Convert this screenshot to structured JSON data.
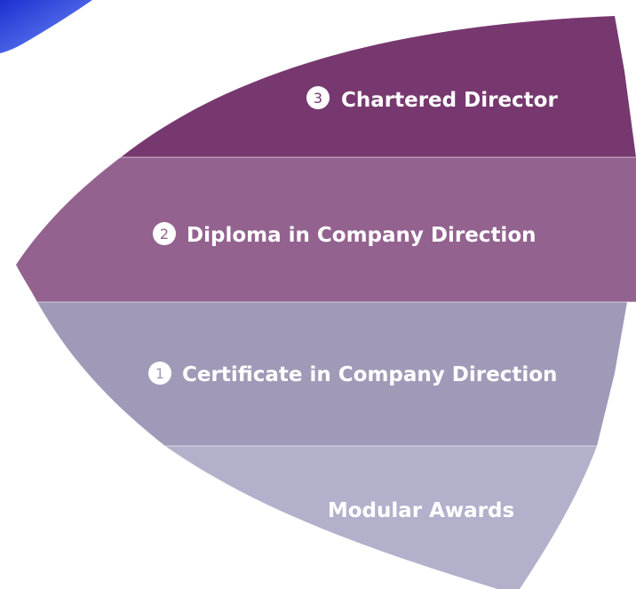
{
  "colors": {
    "tier_3": "#77386f",
    "tier_2": "#93628f",
    "tier_1": "#a09ab8",
    "tier_0": "#b3b0cc",
    "corner_accent": "#2f48d8"
  },
  "tiers": [
    {
      "number": "3",
      "label": "Chartered Director"
    },
    {
      "number": "2",
      "label": "Diploma in Company Direction"
    },
    {
      "number": "1",
      "label": "Certificate in Company Direction"
    },
    {
      "number": "",
      "label": "Modular Awards"
    }
  ]
}
